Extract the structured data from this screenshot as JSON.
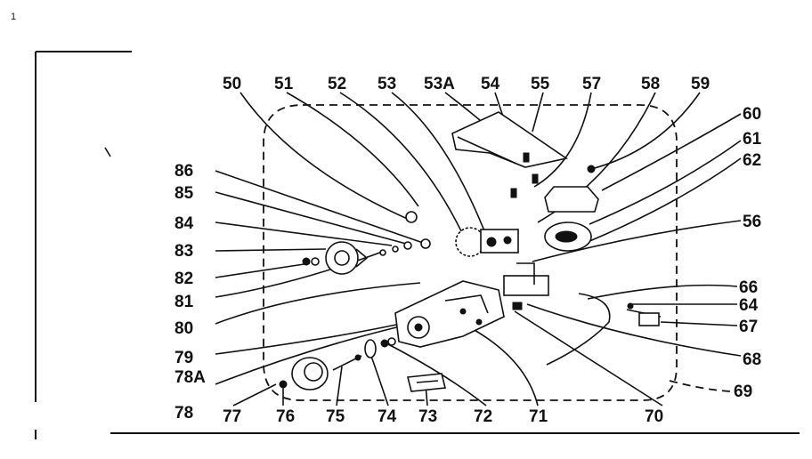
{
  "diagram": {
    "labels": {
      "l50": "50",
      "l51": "51",
      "l52": "52",
      "l53": "53",
      "l53a": "53A",
      "l54": "54",
      "l55": "55",
      "l57": "57",
      "l58": "58",
      "l59": "59",
      "l60": "60",
      "l61": "61",
      "l62": "62",
      "l56": "56",
      "l66": "66",
      "l64": "64",
      "l67": "67",
      "l68": "68",
      "l69": "69",
      "l70": "70",
      "l71": "71",
      "l72": "72",
      "l73": "73",
      "l74": "74",
      "l75": "75",
      "l76": "76",
      "l77": "77",
      "l78": "78",
      "l78a": "78A",
      "l79": "79",
      "l80": "80",
      "l81": "81",
      "l82": "82",
      "l83": "83",
      "l84": "84",
      "l85": "85",
      "l86": "86"
    },
    "corner_mark": "1"
  }
}
